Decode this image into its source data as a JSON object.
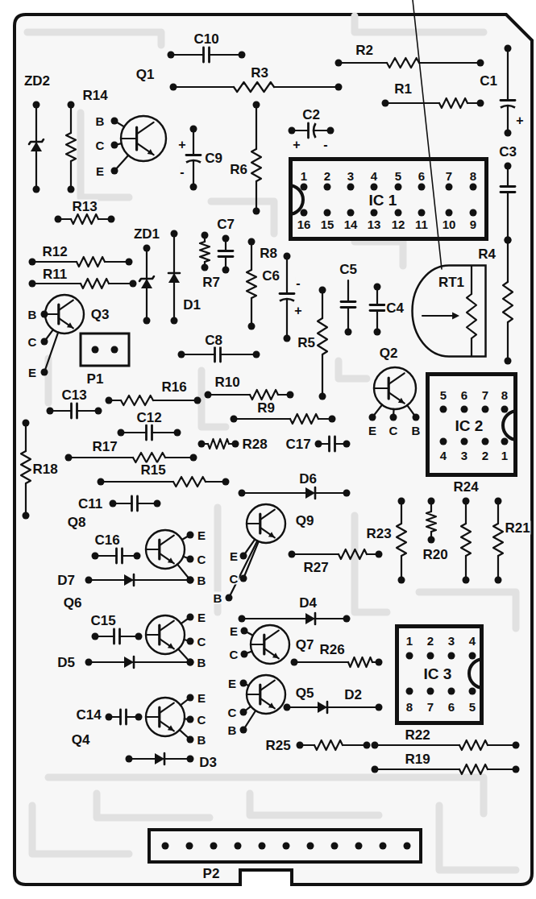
{
  "diagram": {
    "nodes": [
      {
        "text": [
          "IC 1",
          "1",
          "2",
          "3",
          "4",
          "5",
          "6",
          "7",
          "8",
          "16",
          "15",
          "14",
          "13",
          "12",
          "11",
          "10",
          "9"
        ]
      },
      {
        "text": [
          "RT1"
        ]
      },
      {
        "text": [
          "IC 2",
          "5",
          "6",
          "7",
          "8",
          "4",
          "3",
          "2",
          "1"
        ]
      },
      {
        "text": [
          "IC 3",
          "1",
          "2",
          "3",
          "4",
          "8",
          "7",
          "6",
          "5"
        ]
      }
    ],
    "labels": [
      "ZD2",
      "C10",
      "R2",
      "R3",
      "Q1",
      "R1",
      "C1",
      "R14",
      "C2",
      "B",
      "+",
      "+",
      "-",
      "C9",
      "+",
      "-",
      "C",
      "C3",
      "R6",
      "E",
      "R13",
      "C7",
      "ZD1",
      "R12",
      "R8",
      "R4",
      "C5",
      "R11",
      "C6",
      "-",
      "R7",
      "D1",
      "C4",
      "+",
      "Q3",
      "B",
      "C",
      "R5",
      "C8",
      "Q2",
      "E",
      "P1",
      "R10",
      "R16",
      "C13",
      "R9",
      "C12",
      "E",
      "C",
      "B",
      "R28",
      "C17",
      "R17",
      "R18",
      "R15",
      "D6",
      "R24",
      "C11",
      "Q8",
      "Q9",
      "R21",
      "E",
      "R23",
      "C16",
      "R20",
      "E",
      "C",
      "R27",
      "C",
      "D7",
      "B",
      "B",
      "Q6",
      "D4",
      "E",
      "C15",
      "E",
      "C",
      "Q7",
      "R26",
      "C",
      "D5",
      "B",
      "E",
      "Q5",
      "D2",
      "E",
      "C",
      "C14",
      "C",
      "B",
      "R22",
      "Q4",
      "B",
      "R25",
      "R19",
      "D3",
      "P2"
    ]
  }
}
